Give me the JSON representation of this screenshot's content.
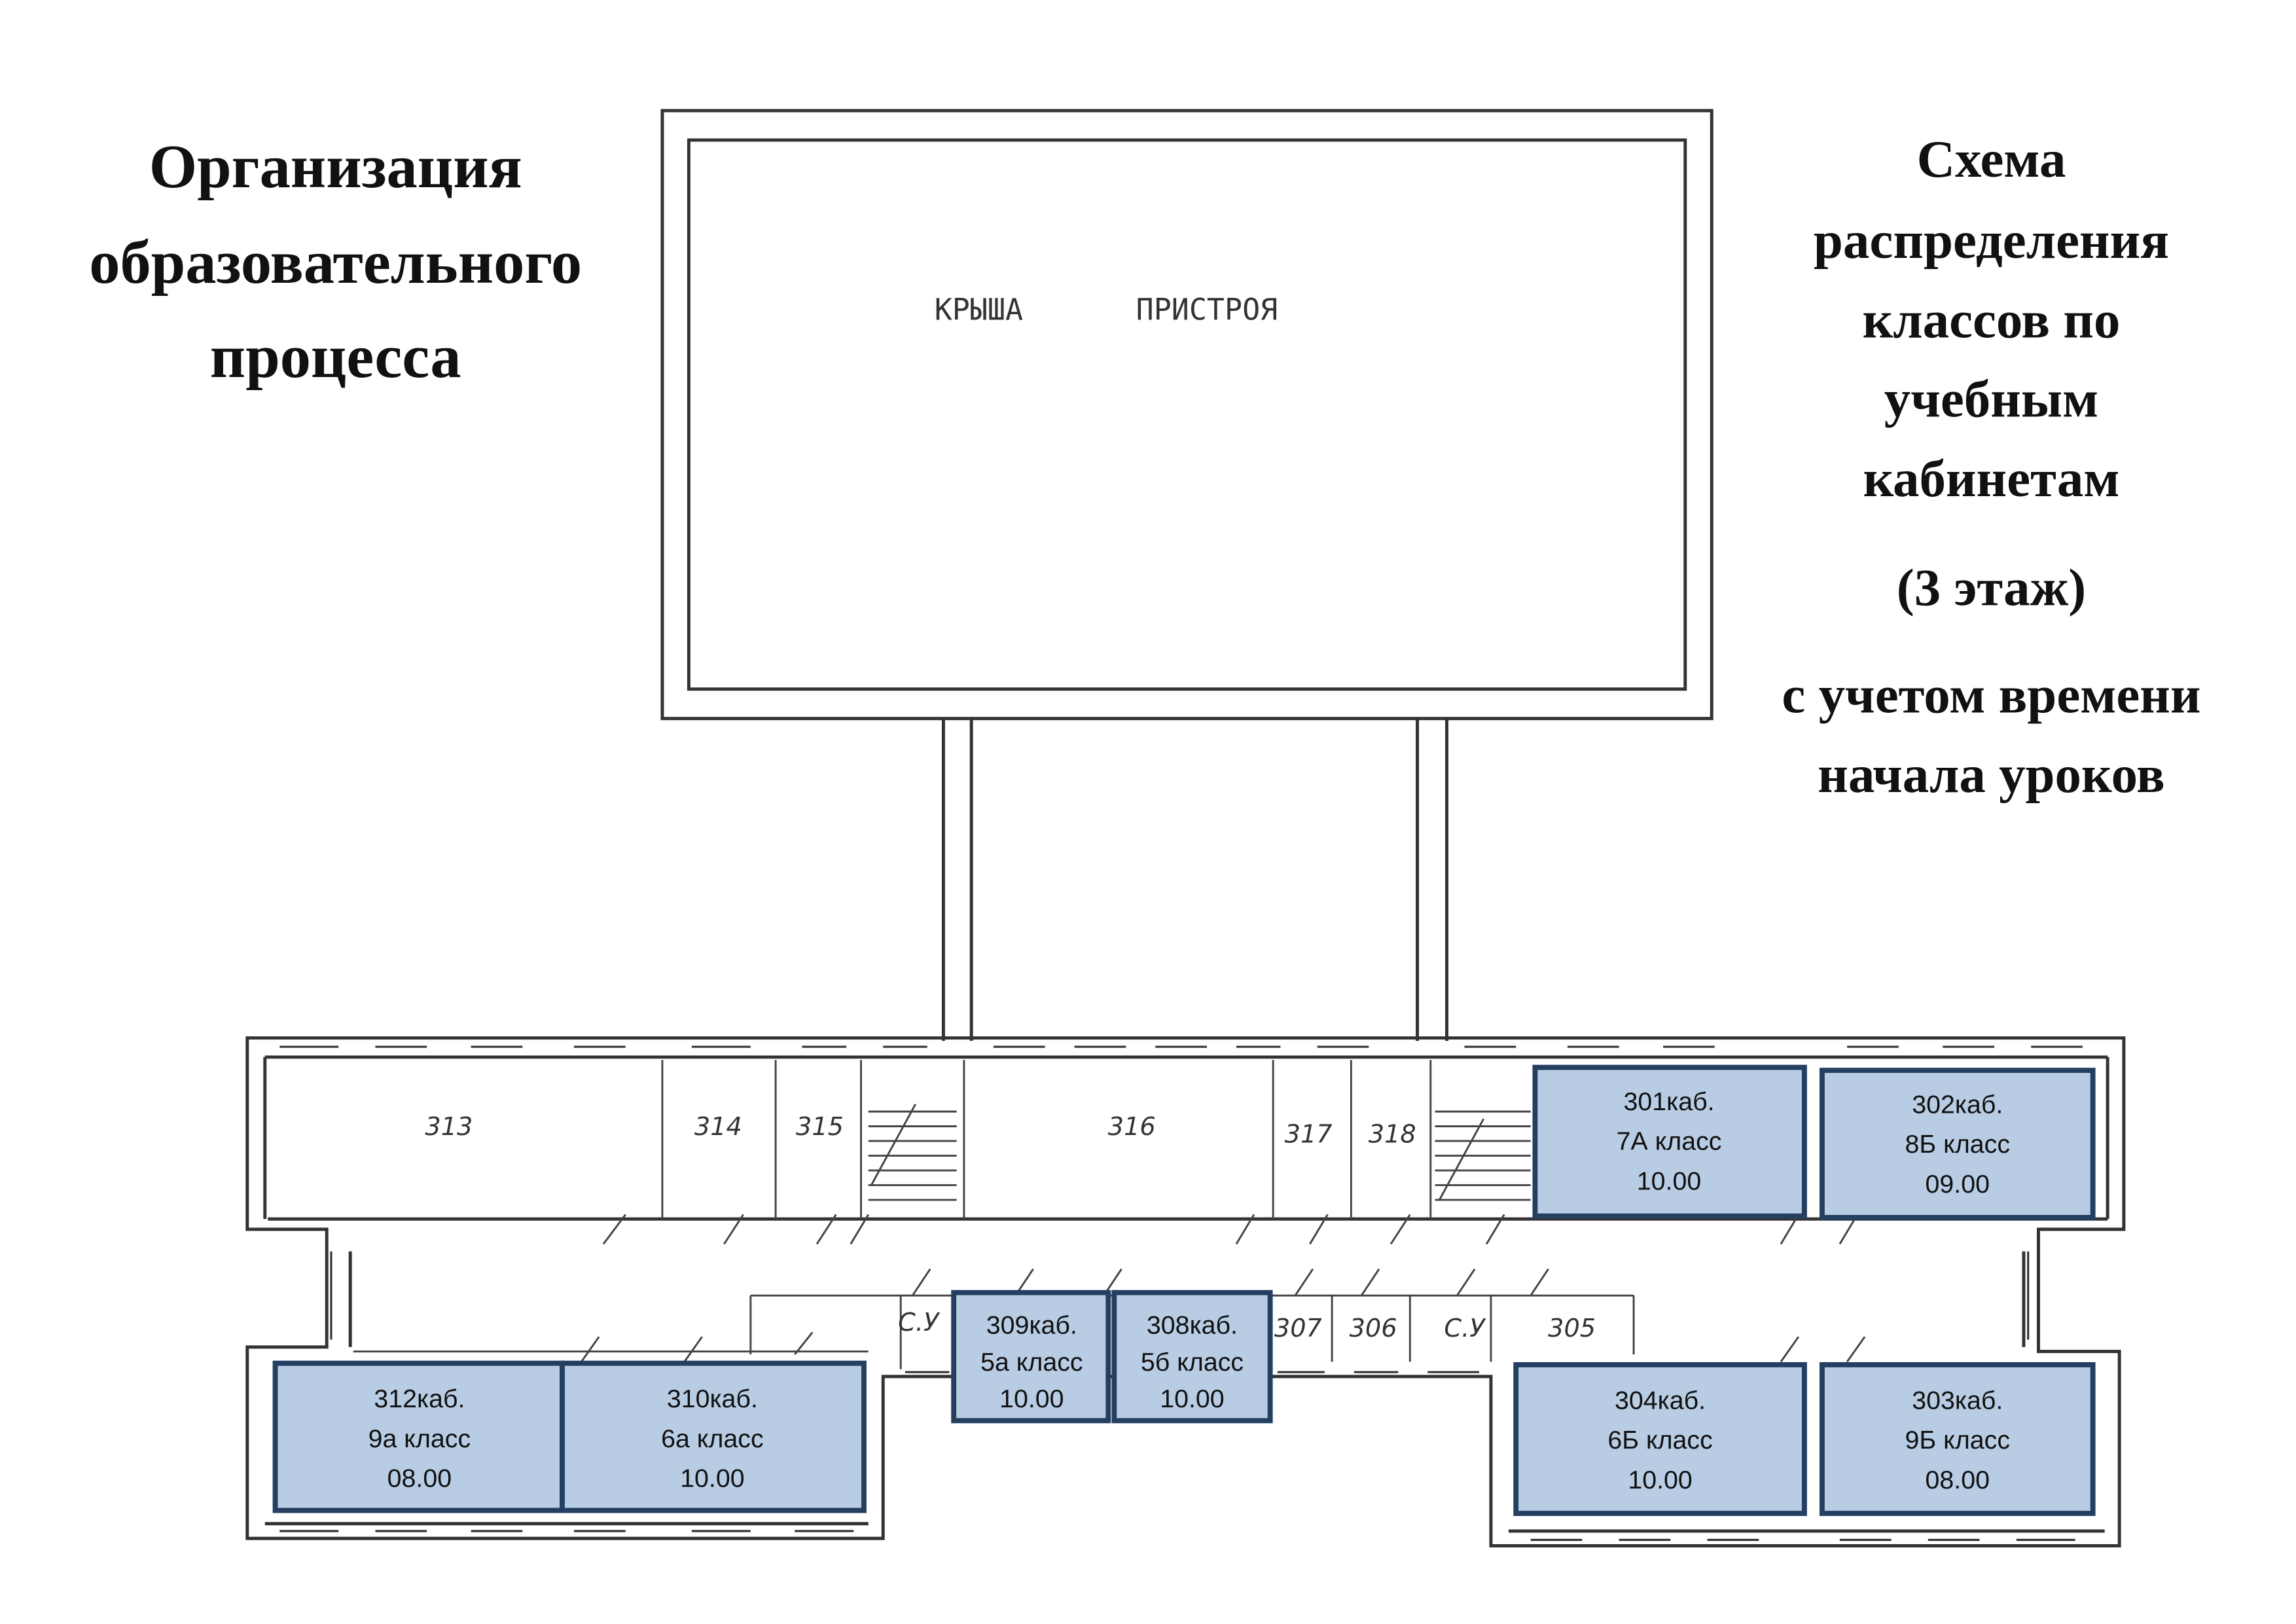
{
  "left_title": {
    "lines": [
      "Организация",
      "образовательного",
      "процесса"
    ]
  },
  "right_title": {
    "lines": [
      "Схема",
      "распределения",
      "классов по",
      "учебным",
      "кабинетам",
      "(3 этаж)",
      "с учетом времени",
      "начала уроков"
    ]
  },
  "annex": {
    "label_1": "КРЫША",
    "label_2": "ПРИСТРОЯ"
  },
  "plan_labels": {
    "r313": "313",
    "r314": "314",
    "r315": "315",
    "r316": "316",
    "r317": "317",
    "r318": "318",
    "wc1": "С.У",
    "r307": "307",
    "r306": "306",
    "wc2": "С.У",
    "r305": "305"
  },
  "rooms": [
    {
      "room": "301каб.",
      "class": "7А класс",
      "time": "10.00"
    },
    {
      "room": "302каб.",
      "class": "8Б класс",
      "time": "09.00"
    },
    {
      "room": "309каб.",
      "class": "5а класс",
      "time": "10.00"
    },
    {
      "room": "308каб.",
      "class": "5б класс",
      "time": "10.00"
    },
    {
      "room": "312каб.",
      "class": "9а класс",
      "time": "08.00"
    },
    {
      "room": "310каб.",
      "class": "6а класс",
      "time": "10.00"
    },
    {
      "room": "304каб.",
      "class": "6Б класс",
      "time": "10.00"
    },
    {
      "room": "303каб.",
      "class": "9Б класс",
      "time": "08.00"
    }
  ],
  "colors": {
    "room_fill": "#b8cce4",
    "room_border": "#243f60"
  }
}
